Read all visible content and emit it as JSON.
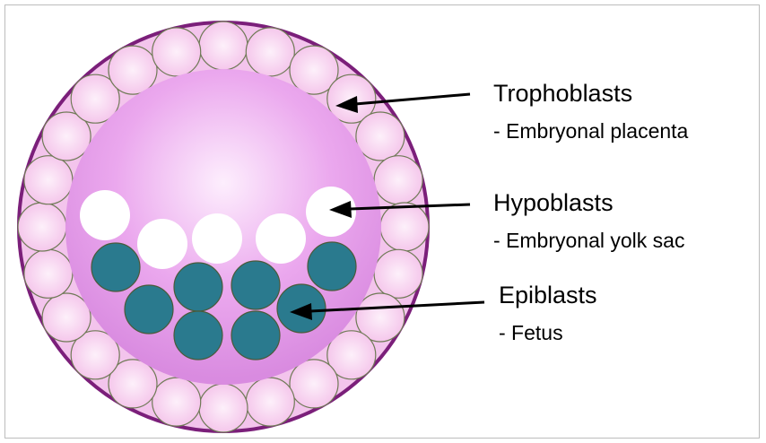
{
  "labels": [
    {
      "title": "Trophoblasts",
      "subtitle": "- Embryonal placenta"
    },
    {
      "title": "Hypoblasts",
      "subtitle": "- Embryonal yolk sac"
    },
    {
      "title": "Epiblasts",
      "subtitle": "- Fetus"
    }
  ],
  "colors": {
    "outer_ring": "#7b1f7a",
    "cavity_light": "#fbe6fb",
    "cavity_dark": "#dc8fe0",
    "trophoblast_fill": "#f9d3ee",
    "trophoblast_stroke": "#6f7a56",
    "hypoblast_fill": "#ffffff",
    "epiblast_fill": "#2a7a8e",
    "epiblast_stroke": "#4a5a3a",
    "arrow": "#000000"
  }
}
